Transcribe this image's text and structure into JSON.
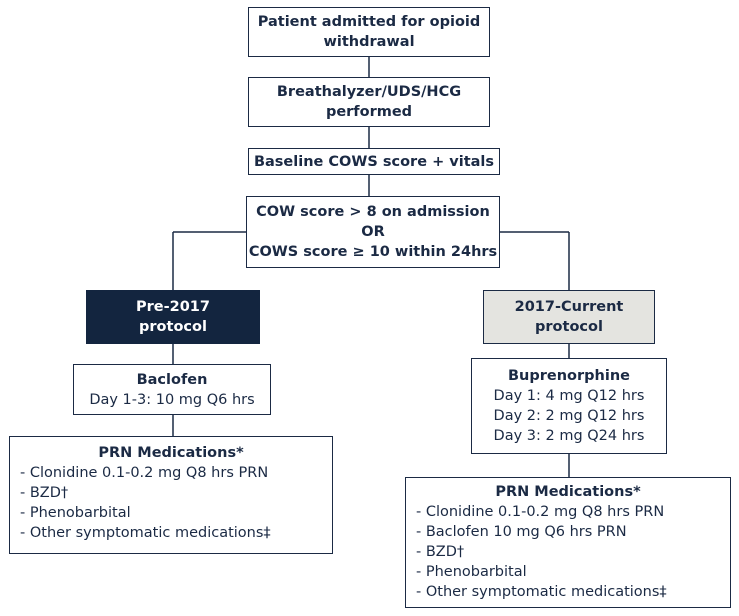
{
  "flow": {
    "admit": "Patient admitted for opioid withdrawal",
    "screen": "Breathalyzer/UDS/HCG performed",
    "baseline": "Baseline COWS score + vitals",
    "criteria": {
      "line1": "COW score > 8 on admission",
      "line2": "OR",
      "line3": "COWS score ≥ 10 within 24hrs"
    }
  },
  "pre2017": {
    "protocol": "Pre-2017 protocol",
    "drug_title": "Baclofen",
    "drug_lines": [
      "Day 1-3: 10 mg Q6 hrs"
    ],
    "prn_title": "PRN Medications*",
    "prn_items": [
      "- Clonidine 0.1-0.2 mg Q8 hrs PRN",
      "- BZD†",
      "- Phenobarbital",
      "- Other symptomatic medications‡"
    ]
  },
  "current": {
    "protocol": "2017-Current protocol",
    "drug_title": "Buprenorphine",
    "drug_lines": [
      "Day 1: 4 mg Q12 hrs",
      "Day 2: 2 mg Q12 hrs",
      "Day 3: 2 mg Q24 hrs"
    ],
    "prn_title": "PRN Medications*",
    "prn_items": [
      "- Clonidine 0.1-0.2 mg Q8 hrs PRN",
      "- Baclofen 10 mg Q6 hrs PRN",
      "- BZD†",
      "- Phenobarbital",
      "- Other symptomatic medications‡"
    ]
  },
  "colors": {
    "ink": "#1b2a44",
    "pre2017_fill": "#13253f",
    "current_fill": "#e4e4e0"
  }
}
